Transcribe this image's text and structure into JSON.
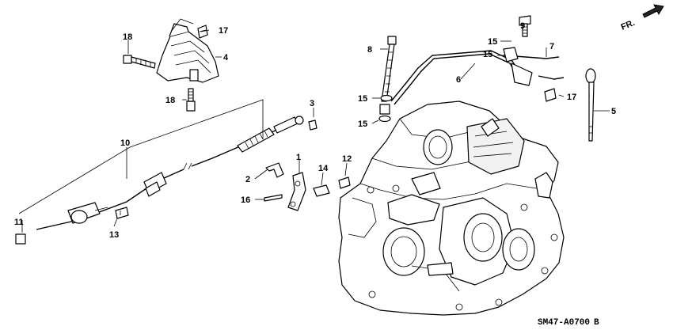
{
  "callouts": {
    "c1": "1",
    "c2": "2",
    "c3": "3",
    "c4": "4",
    "c5": "5",
    "c6": "6",
    "c7": "7",
    "c8": "8",
    "c9": "9",
    "c10": "10",
    "c11": "11",
    "c12": "12",
    "c13": "13",
    "c14": "14",
    "c15a": "15",
    "c15b": "15",
    "c15c": "15",
    "c15d": "15",
    "c16": "16",
    "c17a": "17",
    "c17b": "17",
    "c18a": "18",
    "c18b": "18"
  },
  "direction_label": "FR.",
  "diagram_code": "SM47-A0700",
  "diagram_code_suffix": "B"
}
